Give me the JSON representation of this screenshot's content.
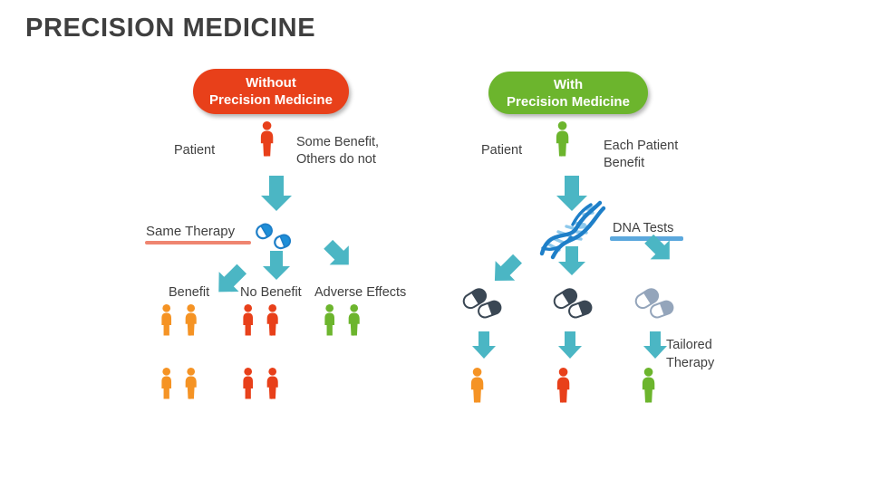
{
  "page": {
    "title": "PRECISION MEDICINE",
    "background": "#ffffff"
  },
  "colors": {
    "red": "#e8401a",
    "green": "#6cb52d",
    "orange": "#f59324",
    "teal": "#4bb6c4",
    "blue": "#1e7fc8",
    "light_blue": "#5ba8dd",
    "salmon": "#ef8570",
    "pill_dark": "#3a4754",
    "pill_light": "#94a5bb",
    "text": "#3f3f3f"
  },
  "left_panel": {
    "badge": {
      "line1": "Without",
      "line2": "Precision Medicine",
      "color": "#e8401a"
    },
    "patient_label": "Patient",
    "patient_icon": "person-female-icon",
    "patient_color": "#e8401a",
    "outcome_note": "Some Benefit, Others do not",
    "therapy_label": "Same Therapy",
    "therapy_icon": "capsules-blue-icon",
    "branches": [
      {
        "label": "Benefit",
        "color": "#f59324",
        "count": 4,
        "arrow": "arrow-down-left-icon"
      },
      {
        "label": "No Benefit",
        "color": "#e8401a",
        "count": 4,
        "arrow": "arrow-down-icon"
      },
      {
        "label": "Adverse Effects",
        "color": "#6cb52d",
        "count": 2,
        "arrow": "arrow-down-right-icon"
      }
    ]
  },
  "right_panel": {
    "badge": {
      "line1": "With",
      "line2": "Precision Medicine",
      "color": "#6cb52d"
    },
    "patient_label": "Patient",
    "patient_icon": "person-female-icon",
    "patient_color": "#6cb52d",
    "outcome_note": "Each Patient Benefit",
    "test_label": "DNA Tests",
    "test_icon": "dna-helix-icon",
    "result_label": "Tailored Therapy",
    "branches": [
      {
        "pill_icon": "capsules-dark-icon",
        "pill_color": "#3a4754",
        "person_color": "#f59324",
        "arrow": "arrow-down-left-icon"
      },
      {
        "pill_icon": "capsules-dark-icon",
        "pill_color": "#3a4754",
        "person_color": "#e8401a",
        "arrow": "arrow-down-icon"
      },
      {
        "pill_icon": "capsules-light-icon",
        "pill_color": "#94a5bb",
        "person_color": "#6cb52d",
        "arrow": "arrow-down-right-icon"
      }
    ]
  }
}
